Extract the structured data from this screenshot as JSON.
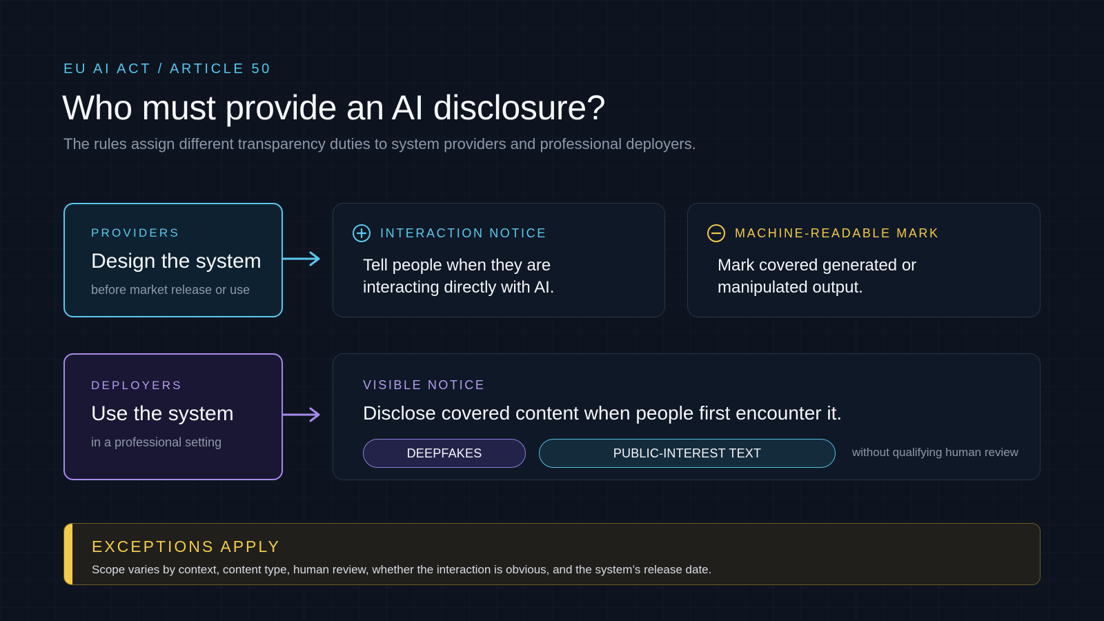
{
  "header": {
    "eyebrow": "EU AI ACT / ARTICLE 50",
    "title": "Who must provide an AI disclosure?",
    "subtitle": "The rules assign different transparency duties to system providers and professional deployers."
  },
  "providers": {
    "kicker": "PROVIDERS",
    "main": "Design the system",
    "sub": "before market release or use",
    "color": "#5cc9ee"
  },
  "interaction_notice": {
    "icon": "plus-circle-icon",
    "kicker": "INTERACTION NOTICE",
    "body": "Tell people when they are interacting directly with AI."
  },
  "machine_mark": {
    "icon": "minus-circle-icon",
    "kicker": "MACHINE-READABLE MARK",
    "body": "Mark covered generated or manipulated output.",
    "color": "#f2c94c"
  },
  "deployers": {
    "kicker": "DEPLOYERS",
    "main": "Use the system",
    "sub": "in a professional setting",
    "color": "#a88bea"
  },
  "visible_notice": {
    "kicker": "VISIBLE NOTICE",
    "body": "Disclose covered content when people first encounter it.",
    "tags": [
      "DEEPFAKES",
      "PUBLIC-INTEREST TEXT"
    ],
    "note": "without qualifying human review"
  },
  "exceptions": {
    "title": "EXCEPTIONS APPLY",
    "body": "Scope varies by context, content type, human review, whether the interaction is obvious, and the system’s release date.",
    "color": "#f2cc4a"
  }
}
